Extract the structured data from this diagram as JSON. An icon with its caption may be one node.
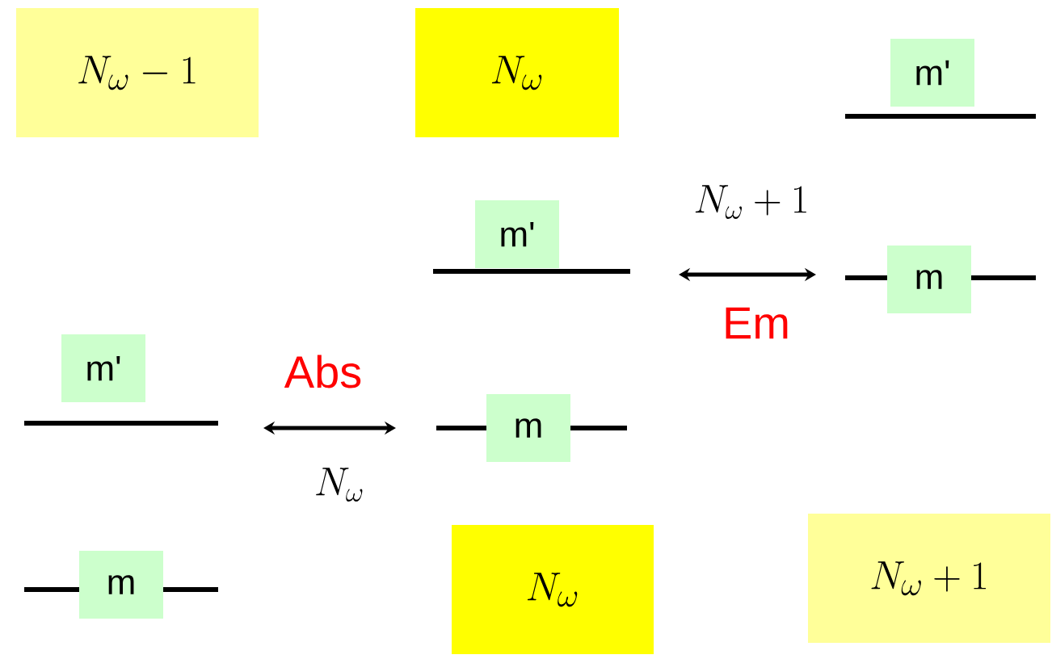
{
  "diagram": {
    "nodes": [
      {
        "text": [
          "N_\\omega -1"
        ]
      },
      {
        "text": [
          "N_\\omega"
        ]
      },
      {
        "text": [
          "m'"
        ]
      },
      {
        "text": [
          "m'"
        ]
      },
      {
        "text": [
          "m"
        ]
      },
      {
        "text": [
          "m'"
        ]
      },
      {
        "text": [
          "m"
        ]
      },
      {
        "text": [
          "m"
        ]
      },
      {
        "text": [
          "N_\\omega"
        ]
      },
      {
        "text": [
          "N_\\omega +1"
        ]
      }
    ],
    "edges": [
      {
        "from": 3,
        "to": 4,
        "arrow": "both",
        "label": "Em"
      },
      {
        "from": 5,
        "to": 6,
        "arrow": "both",
        "label": "Abs"
      }
    ],
    "labels": [
      "N_\\omega +1",
      "N_\\omega"
    ]
  }
}
